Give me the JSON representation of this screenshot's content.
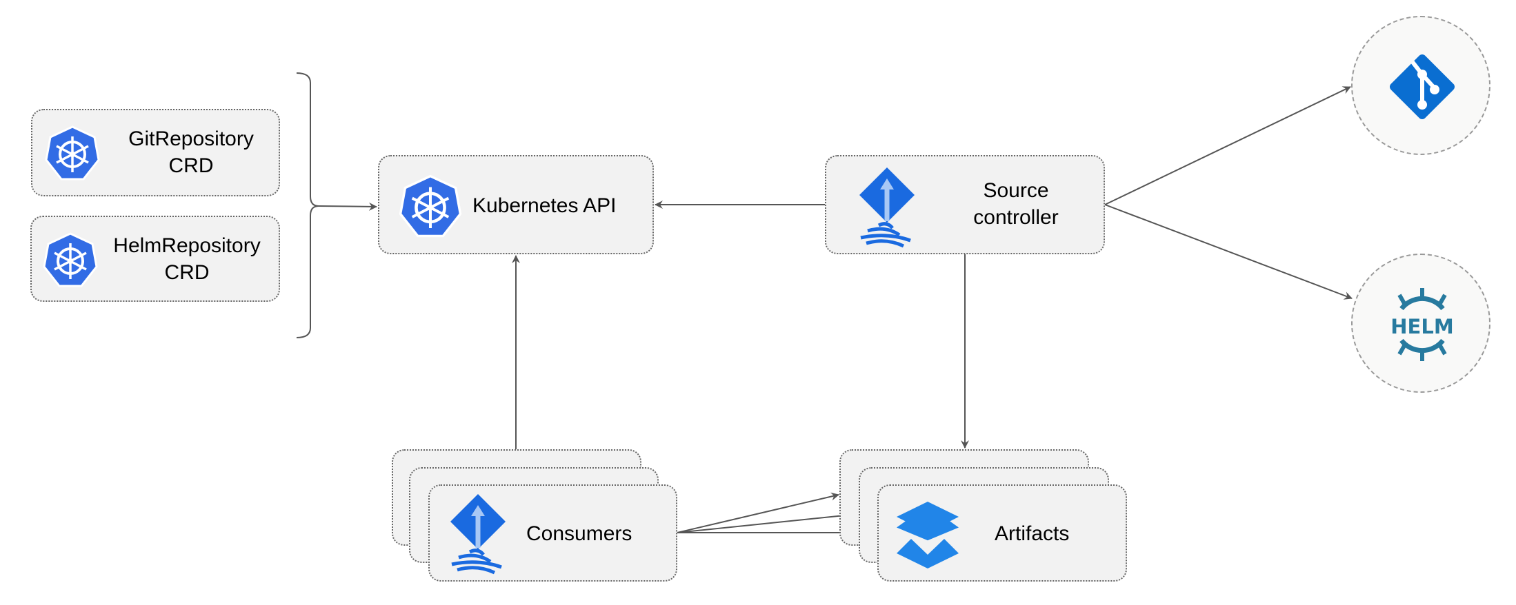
{
  "nodes": {
    "git_repository_crd": {
      "line1": "GitRepository",
      "line2": "CRD",
      "icon": "kubernetes-icon"
    },
    "helm_repository_crd": {
      "line1": "HelmRepository",
      "line2": "CRD",
      "icon": "kubernetes-icon"
    },
    "kubernetes_api": {
      "label": "Kubernetes API",
      "icon": "kubernetes-icon"
    },
    "source_controller": {
      "line1": "Source",
      "line2": "controller",
      "icon": "flux-icon"
    },
    "consumers": {
      "label": "Consumers",
      "icon": "flux-icon"
    },
    "artifacts": {
      "label": "Artifacts",
      "icon": "layers-icon"
    },
    "git": {
      "icon": "git-icon"
    },
    "helm": {
      "icon": "helm-icon",
      "logo_text": "HELM"
    }
  },
  "colors": {
    "kubernetes": "#326ce5",
    "flux": "#1a6ae0",
    "git": "#0a6ed1",
    "helm": "#277a9f",
    "artifacts": "#2185e8",
    "node_fill": "#f2f2f2",
    "edge": "#555555"
  }
}
